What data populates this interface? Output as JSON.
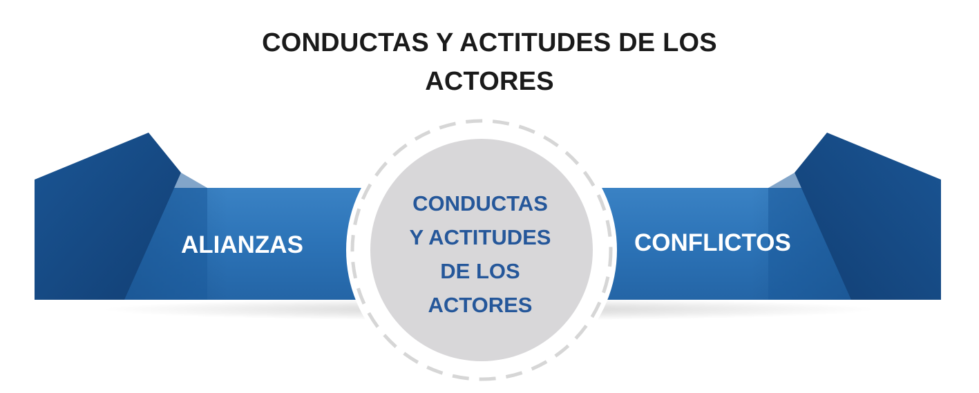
{
  "title": {
    "line1": "CONDUCTAS Y ACTITUDES DE LOS",
    "line2": "ACTORES"
  },
  "ribbon": {
    "left_label": "ALIANZAS",
    "right_label": "CONFLICTOS",
    "band_color": "#2b72b6",
    "fold_color": "#164a86"
  },
  "center": {
    "lines": [
      "CONDUCTAS",
      "Y ACTITUDES",
      "DE LOS",
      "ACTORES"
    ],
    "circle_color": "#d8d7d9",
    "ring_color": "#d6d6d6",
    "text_color": "#25579a"
  }
}
